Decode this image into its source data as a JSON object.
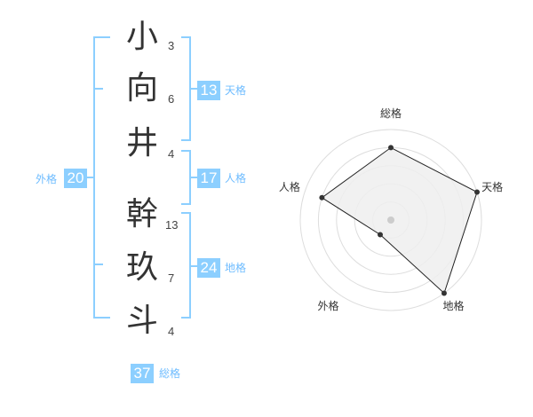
{
  "name_chars": [
    {
      "char": "小",
      "strokes": "3"
    },
    {
      "char": "向",
      "strokes": "6"
    },
    {
      "char": "井",
      "strokes": "4"
    },
    {
      "char": "幹",
      "strokes": "13"
    },
    {
      "char": "玖",
      "strokes": "7"
    },
    {
      "char": "斗",
      "strokes": "4"
    }
  ],
  "fortunes": {
    "tenkaku": {
      "value": "13",
      "label": "天格"
    },
    "jinkaku": {
      "value": "17",
      "label": "人格"
    },
    "chikaku": {
      "value": "24",
      "label": "地格"
    },
    "gaikaku": {
      "value": "20",
      "label": "外格"
    },
    "soukaku": {
      "value": "37",
      "label": "総格"
    }
  },
  "colors": {
    "accent": "#8ccfff",
    "accent_text": "#6ebcff",
    "bracket": "#8ccfff"
  },
  "chart_data": {
    "type": "radar",
    "axes": [
      "総格",
      "天格",
      "地格",
      "外格",
      "人格"
    ],
    "values": [
      4,
      5,
      5,
      1,
      4
    ],
    "rlim": [
      0,
      5
    ]
  }
}
